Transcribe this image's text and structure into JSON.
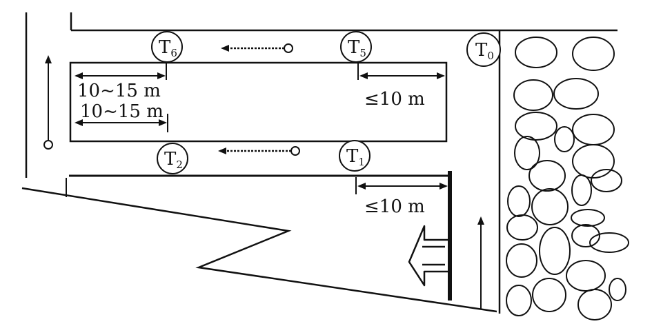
{
  "stations": {
    "t6": {
      "main": "T",
      "sub": "6"
    },
    "t5": {
      "main": "T",
      "sub": "5"
    },
    "t0": {
      "main": "T",
      "sub": "0"
    },
    "t2": {
      "main": "T",
      "sub": "2"
    },
    "t1": {
      "main": "T",
      "sub": "1"
    }
  },
  "dimensions": {
    "upper_left_1": "10~15 m",
    "upper_left_2": "10~15 m",
    "upper_right": "≤10 m",
    "lower_right": "≤10 m"
  },
  "colors": {
    "line": "#111111"
  },
  "icons": {
    "flow_arrow": "arrow-left-icon",
    "fan": "hollow-arrow-left-icon",
    "up_arrow": "arrow-up-icon"
  }
}
